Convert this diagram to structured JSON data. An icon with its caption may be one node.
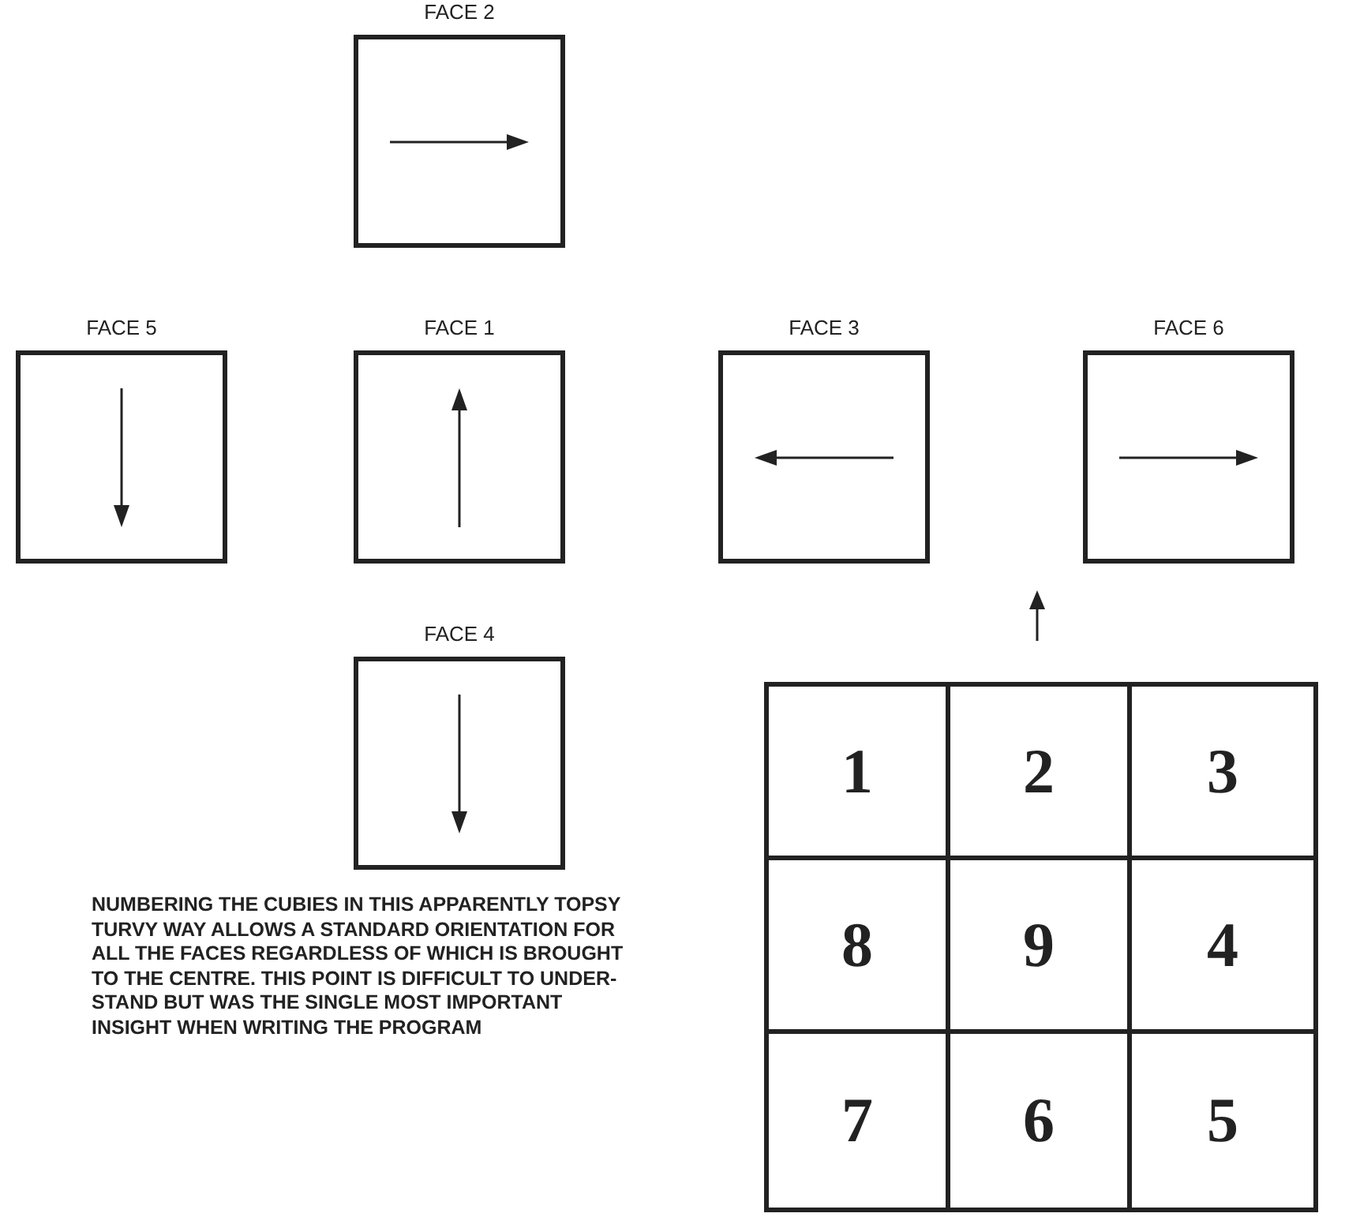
{
  "diagram": {
    "nodes": [
      {
        "text": [
          "FACE 2"
        ]
      },
      {
        "text": [
          "FACE 5"
        ]
      },
      {
        "text": [
          "FACE 1"
        ]
      },
      {
        "text": [
          "FACE 3"
        ]
      },
      {
        "text": [
          "FACE 6"
        ]
      },
      {
        "text": [
          "FACE 4"
        ]
      }
    ],
    "edges": [],
    "labels": [
      "1",
      "2",
      "3",
      "8",
      "9",
      "4",
      "7",
      "6",
      "5",
      "NUMBERING THE CUBIES IN THIS APPARENTLY TOPSY TURVY WAY ALLOWS A STANDARD ORIENTATION FOR ALL THE FACES REGARDLESS OF WHICH IS BROUGHT TO THE CENTRE. THIS POINT IS DIFFICULT TO UNDER-STAND BUT WAS THE SINGLE MOST IMPORTANT INSIGHT WHEN WRITING THE PROGRAM"
    ]
  }
}
